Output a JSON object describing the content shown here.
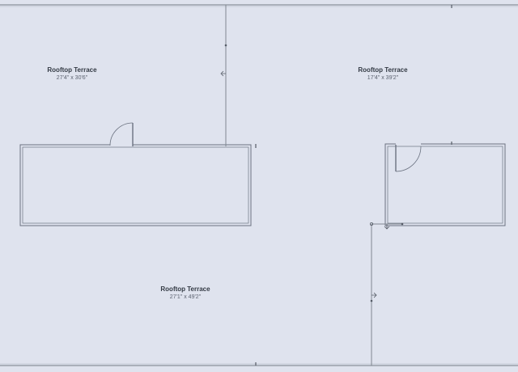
{
  "plan": {
    "rooms": [
      {
        "name": "Rooftop Terrace",
        "dimensions": "27'4\" x 30'6\""
      },
      {
        "name": "Rooftop Terrace",
        "dimensions": "17'4\" x 39'2\""
      },
      {
        "name": "Rooftop Terrace",
        "dimensions": "27'1\" x 49'2\""
      }
    ]
  },
  "colors": {
    "background": "#dfe3ee",
    "wall": "#6b7280",
    "guide": "#808791",
    "label": "#333a44"
  }
}
